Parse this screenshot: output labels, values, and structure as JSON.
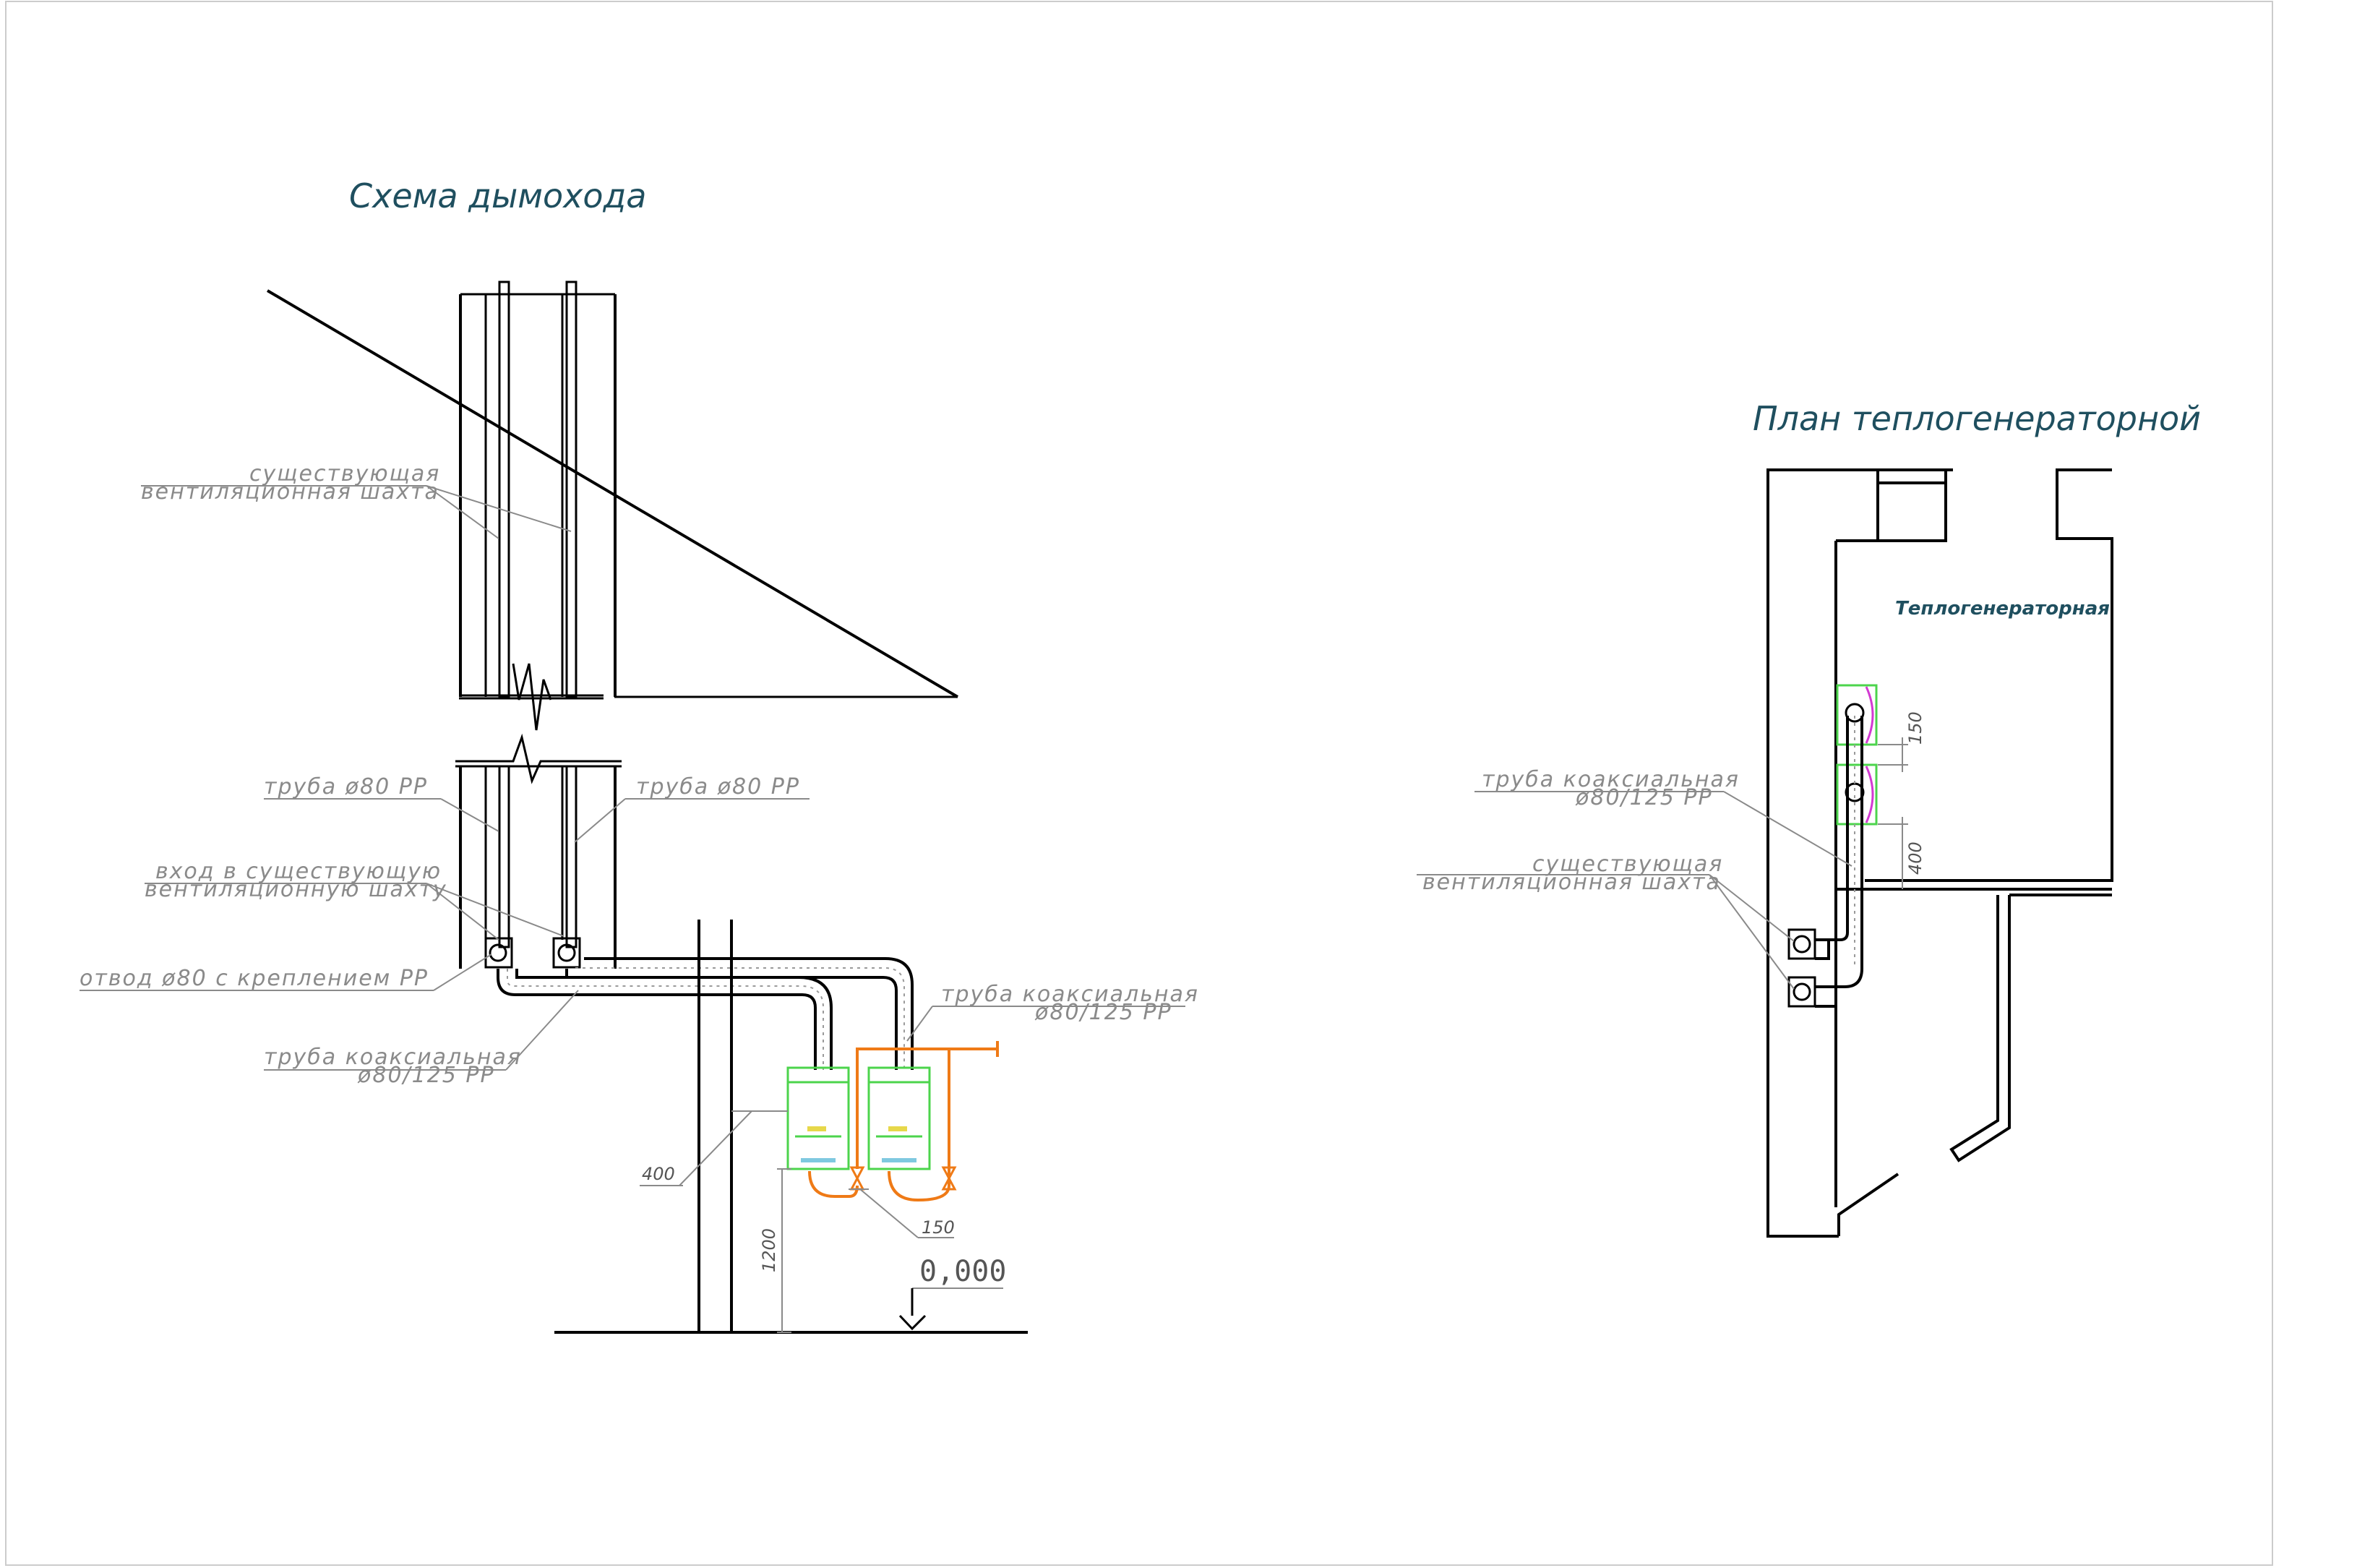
{
  "titles": {
    "chimney": "Схема дымохода",
    "plan": "План теплогенераторной"
  },
  "chimney_labels": {
    "shaft_1": "существующая",
    "shaft_2": "вентиляционная шахта",
    "pipe_left": "труба ø80 PP",
    "pipe_right": "труба ø80 PP",
    "entry_1": "вход в существующую",
    "entry_2": "вентиляционную шахту",
    "elbow": "отвод ø80 с креплением PP",
    "coax_left_1": "труба коаксиальная",
    "coax_left_2": "ø80/125 PP",
    "coax_right_1": "труба коаксиальная",
    "coax_right_2": "ø80/125 PP"
  },
  "chimney_dims": {
    "d400": "400",
    "d1200": "1200",
    "d150": "150",
    "level": "0,000"
  },
  "plan_labels": {
    "room": "Теплогенераторная",
    "coax_1": "труба коаксиальная",
    "coax_2": "ø80/125 PP",
    "shaft_1": "существующая",
    "shaft_2": "вентиляционная шахта",
    "d150": "150",
    "d400": "400"
  },
  "colors": {
    "line": "#000000",
    "leader": "#8a8a8a",
    "title": "#1f4f5f",
    "boiler": "#4cd44c",
    "gas_pipe": "#ef7a16",
    "accent_magenta": "#d23ad2"
  }
}
